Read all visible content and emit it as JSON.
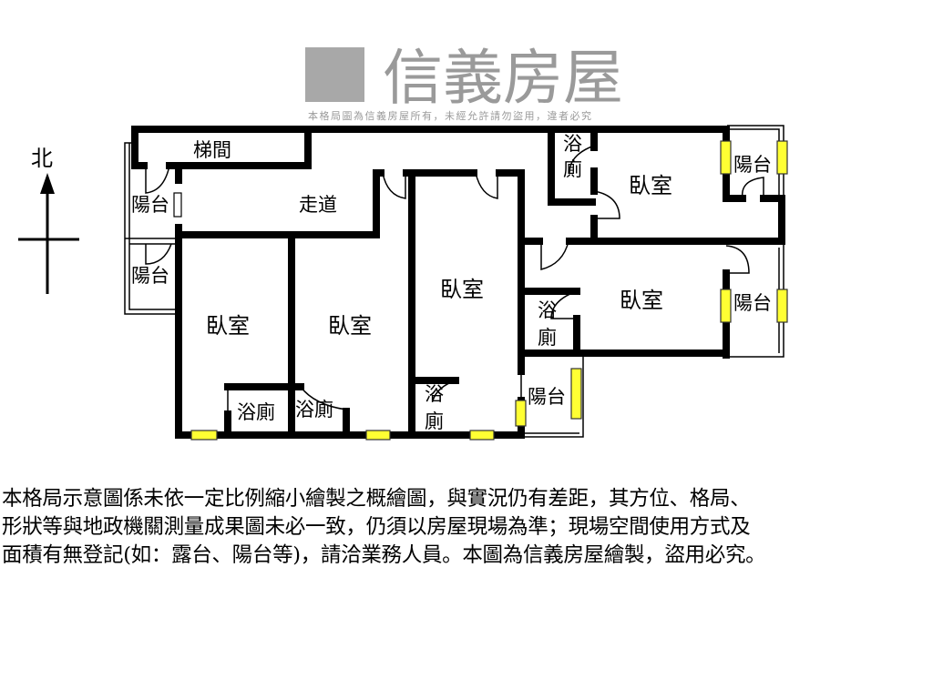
{
  "compass": {
    "north_label": "北"
  },
  "rooms": {
    "stairwell": "梯間",
    "corridor": "走道",
    "balcony": "陽台",
    "bedroom": "臥室",
    "bath_top": "浴",
    "bath_bottom": "廁",
    "bath_inline": "浴廁"
  },
  "watermark": {
    "brand": "信義房屋",
    "notice": "本格局圖為信義房屋所有，未經允許請勿盜用，違者必究",
    "color": "#9a9a9a"
  },
  "colors": {
    "wall": "#000000",
    "window": "#ffff33"
  },
  "disclaimer": "本格局示意圖係未依一定比例縮小繪製之概繪圖，與實況仍有差距，其方位、格局、\n形狀等與地政機關測量成果圖未必一致，仍須以房屋現場為準；現場空間使用方式及\n面積有無登記(如：露台、陽台等)，請洽業務人員。本圖為信義房屋繪製，盜用必究。"
}
